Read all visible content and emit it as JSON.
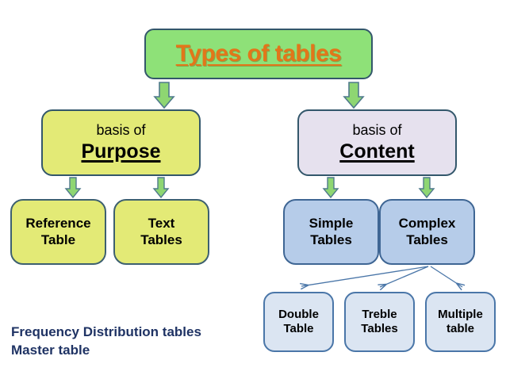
{
  "title": {
    "text": "Types of tables",
    "fill": "#8ee178",
    "text_color": "#e2761a"
  },
  "levels": {
    "basis": [
      {
        "id": "purpose",
        "prefix": "basis of",
        "name": "Purpose",
        "fill": "#e3ea76"
      },
      {
        "id": "content",
        "prefix": "basis of",
        "name": "Content",
        "fill": "#e6e1ee"
      }
    ],
    "purpose_children": [
      {
        "id": "reference",
        "line1": "Reference",
        "line2": "Table",
        "fill": "#e3ea76"
      },
      {
        "id": "text",
        "line1": "Text",
        "line2": "Tables",
        "fill": "#e3ea76"
      }
    ],
    "content_children": [
      {
        "id": "simple",
        "line1": "Simple",
        "line2": "Tables",
        "fill": "#b6cce9"
      },
      {
        "id": "complex",
        "line1": "Complex",
        "line2": "Tables",
        "fill": "#b6cce9"
      }
    ],
    "complex_children": [
      {
        "id": "double",
        "line1": "Double",
        "line2": "Table",
        "fill": "#dbe5f2"
      },
      {
        "id": "treble",
        "line1": "Treble",
        "line2": "Tables",
        "fill": "#dbe5f2"
      },
      {
        "id": "multiple",
        "line1": "Multiple",
        "line2": "table",
        "fill": "#dbe5f2"
      }
    ]
  },
  "notes": {
    "line1": "Frequency Distribution tables",
    "line2": "Master table",
    "color": "#1f3364"
  },
  "connectors": {
    "block_arrow_fill": "#8ed672",
    "block_arrow_stroke": "#4f7a8c",
    "line_color": "#4a76a8"
  }
}
